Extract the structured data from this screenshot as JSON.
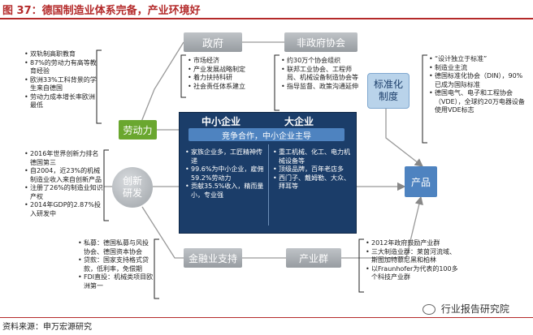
{
  "header": {
    "title": "图 37：德国制造业体系完备，产业环境好"
  },
  "boxes": {
    "government": "政府",
    "ngo": "非政府协会",
    "labor": "劳动力",
    "innovation": "创新\n研发",
    "finance": "金融业支持",
    "industry_cluster": "产业群",
    "standardization": "标准化\n制度",
    "product": "产品"
  },
  "central": {
    "sme_title": "中小企业",
    "large_title": "大企业",
    "banner": "竞争合作，中小企业主导",
    "sme_points": [
      "家族企业多，工匠精神传递",
      "99.6%为中小企业，雇佣59.2%劳动力",
      "贡献35.5%收入，精而量小，专业强"
    ],
    "large_points": [
      "重工机械、化工、电力机械设备等",
      "顶级品牌，百年老店多",
      "西门子、戴姆勒、大众、拜耳等"
    ]
  },
  "notes": {
    "labor": [
      "双轨制高职教育",
      "87%的劳动力有高等教育经验",
      "欧洲33%工科背景的学生来自德国",
      "劳动力成本增长率欧洲最低"
    ],
    "innovation": [
      "2016年世界创新力排名德国第三",
      "自2004，近23%的机械制造业收入来自创新产品",
      "注册了26%的制造业知识产权",
      "2014年GDP的2.87%投入研发中"
    ],
    "government": [
      "市场经济",
      "产业发展战略制定",
      "着力扶持科研",
      "社会责任体系建立"
    ],
    "ngo": [
      "约30万个协会组织",
      "联邦工业协会、工程师局、机械设备制造协会等",
      "指导监督、政策沟通延伸"
    ],
    "finance": [
      "私募：德国私募与风投协会、德国资本协会",
      "贷款：国家支持格式贷款，低利率，免偿期",
      "FDI直投：机械类项目欧洲第一"
    ],
    "cluster": [
      "2012年政府鼓励产业群",
      "三大制造业群：莱茵河流域、斯图加特慕尼黑和柏林",
      "以Fraunhofer为代表的100多个科技产业群"
    ],
    "standard": [
      "“设计独立于标准”",
      "制造业主流",
      "德国标准化协会（DIN），90%已成为国际标准",
      "德国电气、电子和工程协会（VDE），全球约20万电器设备使用VDE标志"
    ]
  },
  "footer": {
    "source": "资料来源：申万宏源研究",
    "watermark": "行业报告研究院"
  },
  "colors": {
    "accent": "#b42a2a",
    "green": "#6aa72f",
    "blue": "#4e83c0",
    "navy": "#1b3d69",
    "gray": "#a6abb0"
  }
}
